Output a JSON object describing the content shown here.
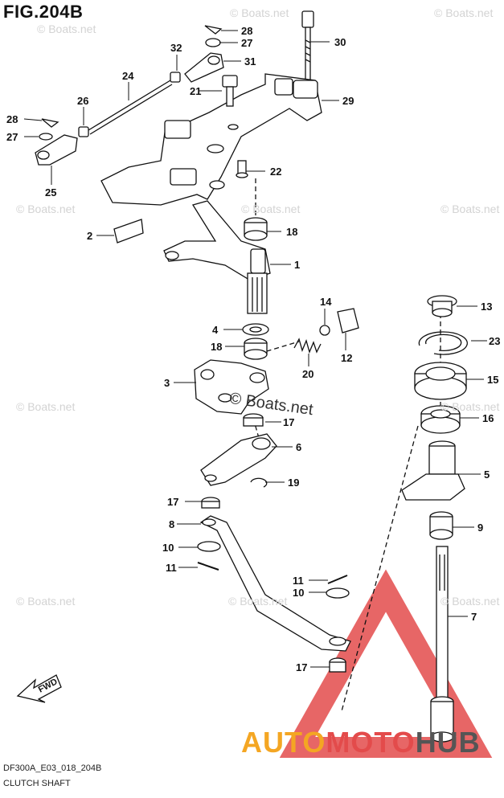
{
  "figure": {
    "title": "FIG.204B",
    "code": "DF300A_E03_018_204B",
    "caption": "CLUTCH SHAFT",
    "watermark": "© Boats.net",
    "fwd_label": "FWD"
  },
  "brand": {
    "part1": "AUTO",
    "part2": "MOTO",
    "part3": "HUB"
  },
  "callouts": [
    {
      "num": "28"
    },
    {
      "num": "27"
    },
    {
      "num": "32"
    },
    {
      "num": "31"
    },
    {
      "num": "30"
    },
    {
      "num": "24"
    },
    {
      "num": "21"
    },
    {
      "num": "29"
    },
    {
      "num": "26"
    },
    {
      "num": "28"
    },
    {
      "num": "27"
    },
    {
      "num": "25"
    },
    {
      "num": "22"
    },
    {
      "num": "2"
    },
    {
      "num": "18"
    },
    {
      "num": "1"
    },
    {
      "num": "14"
    },
    {
      "num": "4"
    },
    {
      "num": "18"
    },
    {
      "num": "20"
    },
    {
      "num": "12"
    },
    {
      "num": "3"
    },
    {
      "num": "17"
    },
    {
      "num": "6"
    },
    {
      "num": "19"
    },
    {
      "num": "17"
    },
    {
      "num": "8"
    },
    {
      "num": "10"
    },
    {
      "num": "11"
    },
    {
      "num": "11"
    },
    {
      "num": "10"
    },
    {
      "num": "17"
    },
    {
      "num": "13"
    },
    {
      "num": "23"
    },
    {
      "num": "15"
    },
    {
      "num": "16"
    },
    {
      "num": "5"
    },
    {
      "num": "9"
    },
    {
      "num": "7"
    }
  ],
  "colors": {
    "line": "#111111",
    "brand_orange": "#f4a623",
    "brand_red": "#e34b4b",
    "brand_gray": "#555555"
  }
}
